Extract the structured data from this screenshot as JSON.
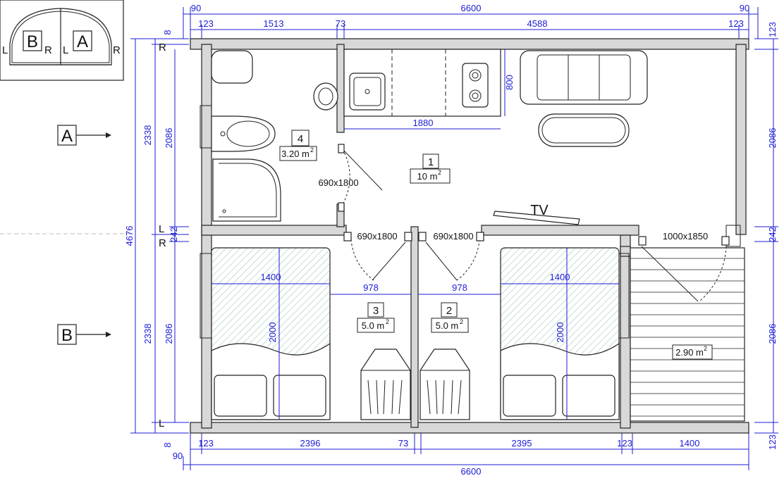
{
  "inset": {
    "left_panel": "B",
    "right_panel": "A",
    "l1": "L",
    "r1": "R",
    "l2": "L",
    "r2": "R"
  },
  "sections": {
    "a": "A",
    "b": "B"
  },
  "rooms": {
    "r1": {
      "num": "1",
      "area": "10 m",
      "sup": "2"
    },
    "r2": {
      "num": "2",
      "area": "5.0 m",
      "sup": "2"
    },
    "r3": {
      "num": "3",
      "area": "5.0 m",
      "sup": "2"
    },
    "r4": {
      "num": "4",
      "area": "3.20 m",
      "sup": "2"
    },
    "terrace": {
      "area": "2.90 m",
      "sup": "2"
    }
  },
  "doors": {
    "bath": "690x1800",
    "bed_left": "690x1800",
    "bed_right": "690x1800",
    "terrace": "1000x1850"
  },
  "labels": {
    "tv": "TV"
  },
  "wall_marks": {
    "r_top": "R",
    "l_mid": "L",
    "r_mid": "R",
    "l_bot": "L"
  },
  "dims": {
    "top_90a": "90",
    "top_90b": "90",
    "top_total": "6600",
    "top_123a": "123",
    "top_1513": "1513",
    "top_73": "73",
    "top_4588": "4588",
    "top_123b": "123",
    "left_8a": "8",
    "left_4676": "4676",
    "left_2338a": "2338",
    "left_2338b": "2338",
    "left_2086a": "2086",
    "left_2086b": "2086",
    "left_242": "242",
    "left_8b": "8",
    "right_123a": "123",
    "right_2086a": "2086",
    "right_242": "242",
    "right_2086b": "2086",
    "right_123b": "123",
    "counter_800": "800",
    "counter_1880": "1880",
    "bed_1400a": "1400",
    "bed_1400b": "1400",
    "bed_2000a": "2000",
    "bed_2000b": "2000",
    "hall_978a": "978",
    "hall_978b": "978",
    "bot_123a": "123",
    "bot_2396": "2396",
    "bot_73": "73",
    "bot_2395": "2395",
    "bot_123b": "123",
    "bot_1400": "1400",
    "bot_90": "90",
    "bot_total": "6600"
  },
  "colors": {
    "dimension": "#1c1cd6",
    "wall_fill": "#d8d8d8",
    "line": "#222222",
    "hatch": "#9fc7b8"
  }
}
